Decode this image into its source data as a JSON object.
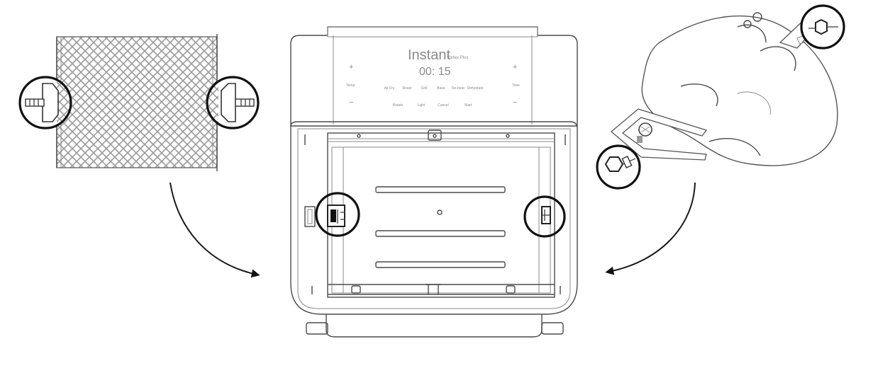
{
  "diagram": {
    "brand": {
      "name": "Instant",
      "model": "Vortex Plus"
    },
    "display": {
      "time": "00: 15"
    },
    "controls": {
      "plus_left": "+",
      "minus_left": "−",
      "plus_right": "+",
      "minus_right": "−",
      "temp_label": "Temp",
      "time_label": "Time",
      "programs": [
        "Air Fry",
        "Roast",
        "Grill",
        "Bake",
        "Re-heat",
        "Dehydrate"
      ],
      "functions": [
        "Rotate",
        "Light",
        "Cancel",
        "Start"
      ]
    },
    "colors": {
      "line": "#4a4a4a",
      "callout": "#111111",
      "mesh": "#9a9a9a"
    },
    "icons": [
      "rotisserie-basket-icon",
      "rotisserie-spit-icon",
      "curved-arrow-icon",
      "magnifier-callout-icon"
    ]
  }
}
